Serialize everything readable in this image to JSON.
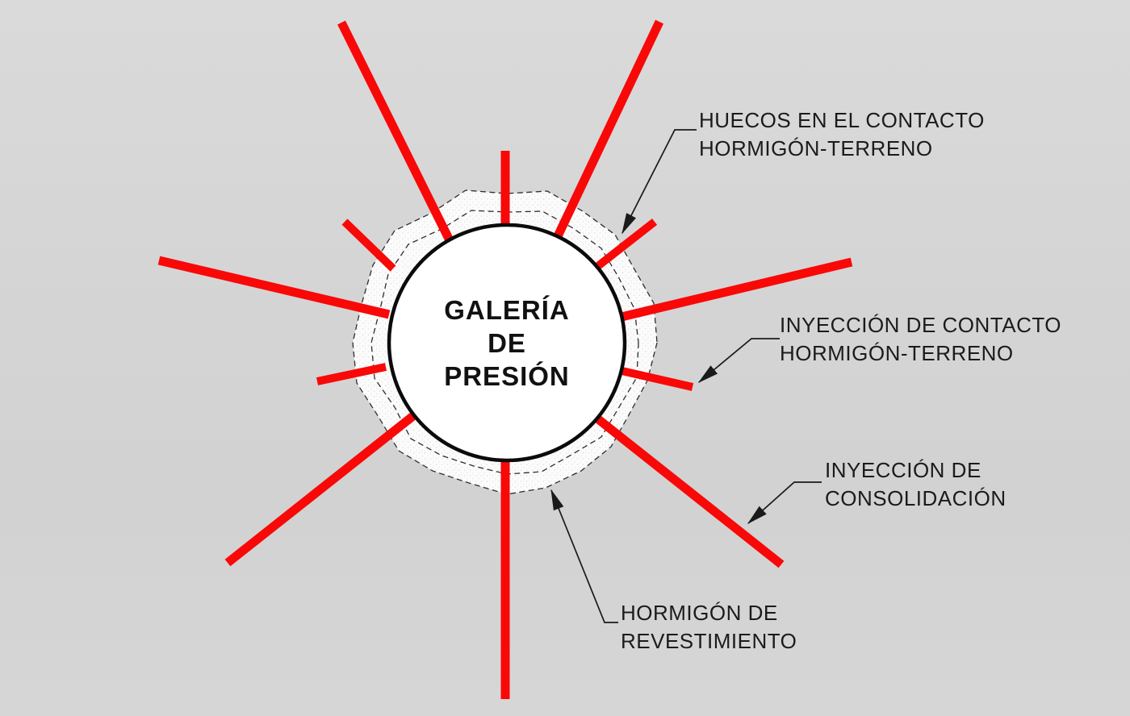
{
  "diagram": {
    "center_label": {
      "line1": "GALERÍA",
      "line2": "DE",
      "line3": "PRESIÓN"
    },
    "labels": {
      "huecos": {
        "line1": "HUECOS EN EL CONTACTO",
        "line2": "HORMIGÓN-TERRENO"
      },
      "inyeccion_contacto": {
        "line1": "INYECCIÓN DE CONTACTO",
        "line2": "HORMIGÓN-TERRENO"
      },
      "inyeccion_consolidacion": {
        "line1": "INYECCIÓN DE",
        "line2": "CONSOLIDACIÓN"
      },
      "hormigon_revestimiento": {
        "line1": "HORMIGÓN DE",
        "line2": "REVESTIMIENTO"
      }
    },
    "colors": {
      "injection_red": "#f90808",
      "leader_black": "#1a1a1a",
      "dashed_outline": "#2e2e2e",
      "background_gray": "#d5d5d5",
      "lining_fill": "#fcfcfc",
      "gallery_fill": "#ffffff",
      "gallery_stroke": "#0b0b0b"
    }
  }
}
